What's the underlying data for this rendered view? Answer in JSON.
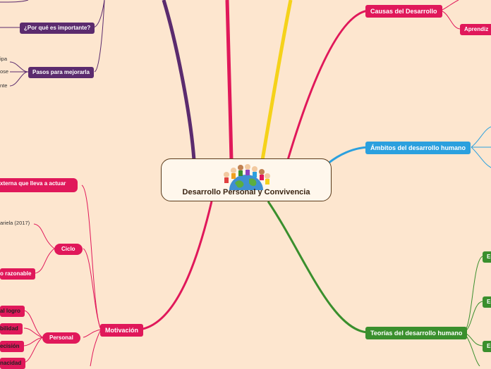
{
  "central": {
    "title": "Desarrollo Personal y Convivencia",
    "image": "children-around-globe"
  },
  "left_top": {
    "why_important": "¿Por qué es importante?",
    "steps": "Pasos para mejorarla",
    "step_items": [
      "ipa",
      "ose",
      "nte"
    ]
  },
  "right": {
    "causes": "Causas del Desarrollo",
    "learning": "Aprendiz",
    "areas": "Ámbitos del desarrollo humano",
    "theories": "Teorías del desarrollo humano",
    "theory_items": [
      "En",
      "En",
      "En"
    ]
  },
  "motivation": {
    "label": "Motivación",
    "top_item": "xterna que lleva a actuar",
    "source_text": "ariela (2017)",
    "cycle": "Ciclo",
    "reasonable": "o razonable",
    "personal": "Personal",
    "personal_items": [
      "al logro",
      "bilidad",
      "ecisión",
      "nacidad"
    ]
  },
  "colors": {
    "background": "#fde6cf",
    "purple": "#5b2b6e",
    "crimson": "#e0185a",
    "blue": "#2ba0de",
    "green": "#3a8f2d",
    "yellow": "#f5d21a"
  }
}
